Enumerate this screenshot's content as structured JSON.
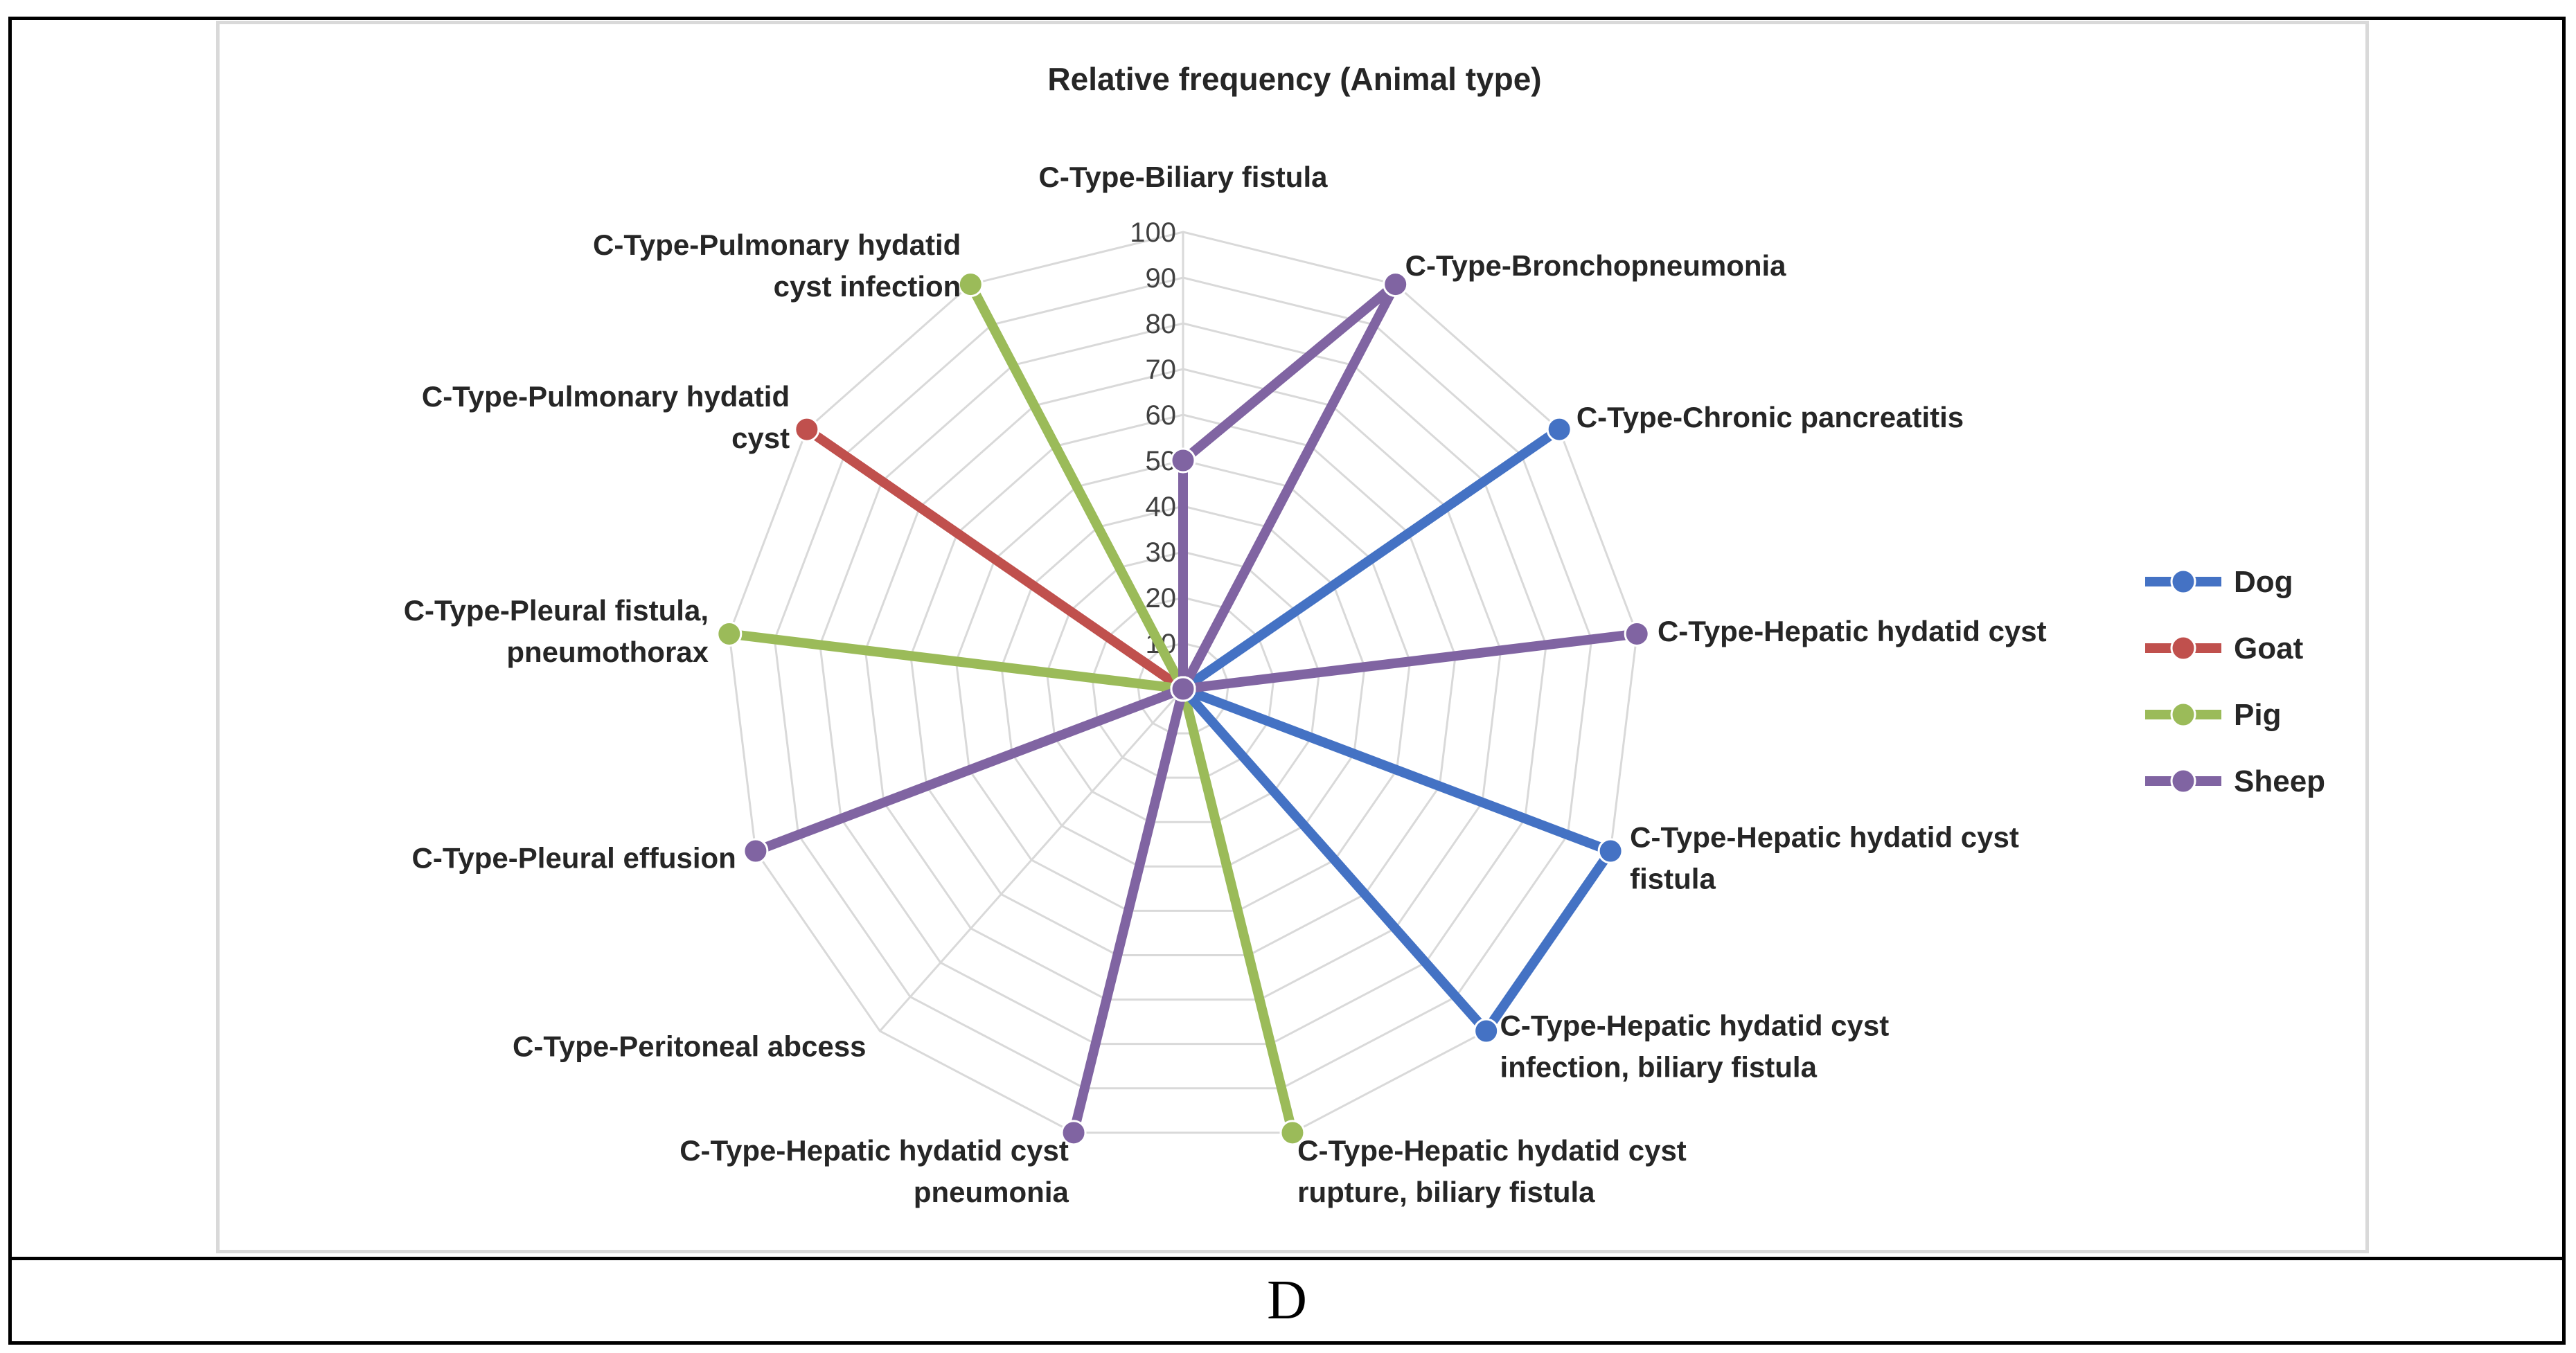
{
  "caption": "D",
  "chart_data": {
    "type": "radar",
    "title": "Relative frequency (Animal type)",
    "categories": [
      [
        "C-Type-Biliary fistula"
      ],
      [
        "C-Type-Bronchopneumonia"
      ],
      [
        "C-Type-Chronic pancreatitis"
      ],
      [
        "C-Type-Hepatic hydatid cyst"
      ],
      [
        "C-Type-Hepatic hydatid cyst",
        "fistula"
      ],
      [
        "C-Type-Hepatic hydatid cyst",
        "infection, biliary fistula"
      ],
      [
        "C-Type-Hepatic hydatid cyst",
        "rupture, biliary fistula"
      ],
      [
        "C-Type-Hepatic hydatid cyst",
        "pneumonia"
      ],
      [
        "C-Type-Peritoneal abcess"
      ],
      [
        "C-Type-Pleural effusion"
      ],
      [
        "C-Type-Pleural fistula,",
        "pneumothorax"
      ],
      [
        "C-Type-Pulmonary hydatid",
        "cyst"
      ],
      [
        "C-Type-Pulmonary hydatid",
        "cyst infection"
      ]
    ],
    "rlim": [
      0,
      100
    ],
    "ticks": [
      0,
      10,
      20,
      30,
      40,
      50,
      60,
      70,
      80,
      90,
      100
    ],
    "grid": true,
    "legend_position": "right",
    "series": [
      {
        "name": "Dog",
        "color": "#4472c4",
        "values": [
          0,
          0,
          100,
          0,
          100,
          100,
          0,
          0,
          0,
          0,
          0,
          0,
          0
        ]
      },
      {
        "name": "Goat",
        "color": "#c0504d",
        "values": [
          0,
          0,
          0,
          0,
          0,
          0,
          0,
          0,
          0,
          0,
          0,
          100,
          0
        ]
      },
      {
        "name": "Pig",
        "color": "#9bbb59",
        "values": [
          0,
          0,
          0,
          0,
          0,
          0,
          100,
          0,
          0,
          0,
          100,
          0,
          100
        ]
      },
      {
        "name": "Sheep",
        "color": "#8064a2",
        "values": [
          50,
          100,
          0,
          100,
          0,
          0,
          0,
          100,
          0,
          100,
          0,
          0,
          0
        ]
      }
    ]
  }
}
